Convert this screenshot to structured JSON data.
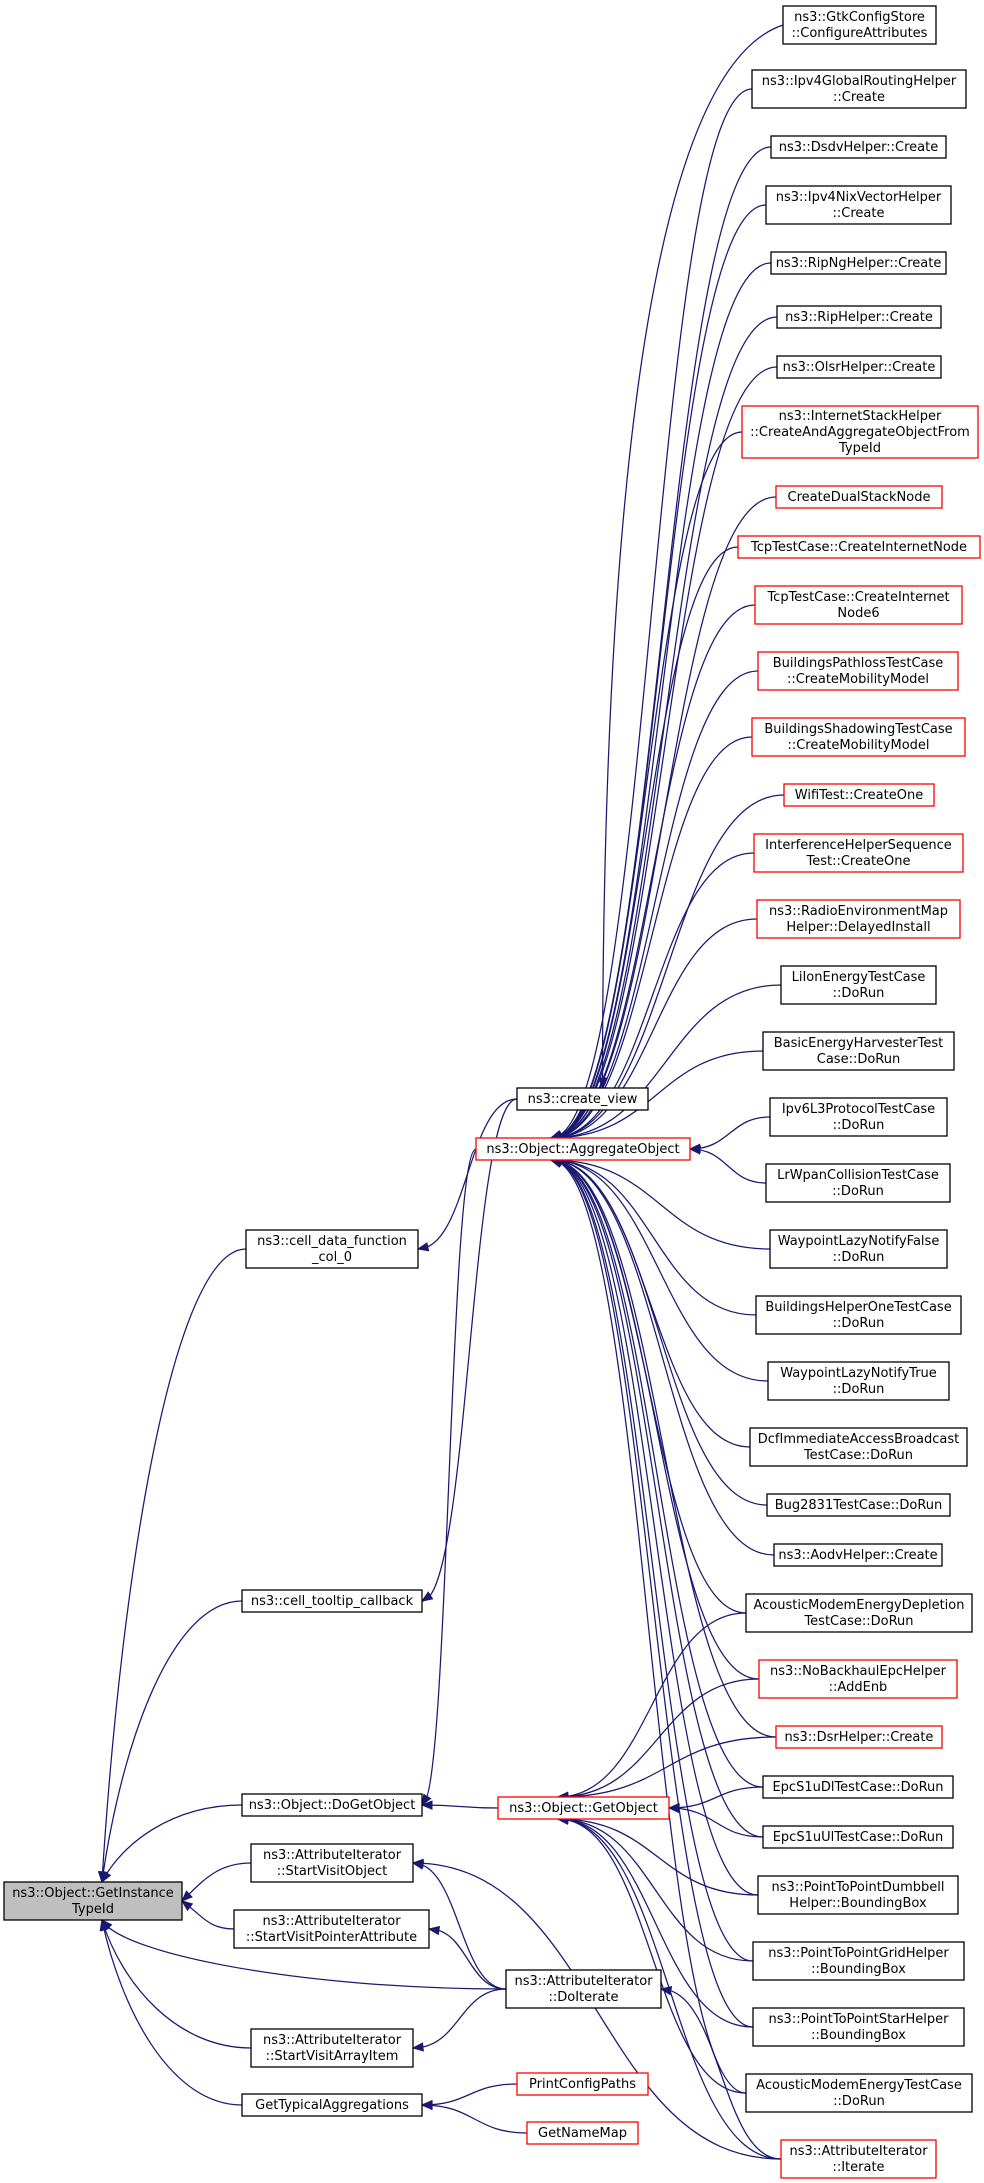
{
  "nodes": [
    {
      "id": "gtk",
      "lines": [
        "ns3::GtkConfigStore",
        "::ConfigureAttributes"
      ],
      "red": false,
      "current": false
    },
    {
      "id": "ipv4grh",
      "lines": [
        "ns3::Ipv4GlobalRoutingHelper",
        "::Create"
      ],
      "red": false,
      "current": false
    },
    {
      "id": "dsdv",
      "lines": [
        "ns3::DsdvHelper::Create"
      ],
      "red": false,
      "current": false
    },
    {
      "id": "ipv4nix",
      "lines": [
        "ns3::Ipv4NixVectorHelper",
        "::Create"
      ],
      "red": false,
      "current": false
    },
    {
      "id": "ripng",
      "lines": [
        "ns3::RipNgHelper::Create"
      ],
      "red": false,
      "current": false
    },
    {
      "id": "rip",
      "lines": [
        "ns3::RipHelper::Create"
      ],
      "red": false,
      "current": false
    },
    {
      "id": "olsr",
      "lines": [
        "ns3::OlsrHelper::Create"
      ],
      "red": false,
      "current": false
    },
    {
      "id": "ish",
      "lines": [
        "ns3::InternetStackHelper",
        "::CreateAndAggregateObjectFrom",
        "TypeId"
      ],
      "red": true,
      "current": false
    },
    {
      "id": "cdsn",
      "lines": [
        "CreateDualStackNode"
      ],
      "red": true,
      "current": false
    },
    {
      "id": "tcpin",
      "lines": [
        "TcpTestCase::CreateInternetNode"
      ],
      "red": true,
      "current": false
    },
    {
      "id": "tcpin6",
      "lines": [
        "TcpTestCase::CreateInternet",
        "Node6"
      ],
      "red": true,
      "current": false
    },
    {
      "id": "bpl",
      "lines": [
        "BuildingsPathlossTestCase",
        "::CreateMobilityModel"
      ],
      "red": true,
      "current": false
    },
    {
      "id": "bsh",
      "lines": [
        "BuildingsShadowingTestCase",
        "::CreateMobilityModel"
      ],
      "red": true,
      "current": false
    },
    {
      "id": "wifitest",
      "lines": [
        "WifiTest::CreateOne"
      ],
      "red": true,
      "current": false
    },
    {
      "id": "ihs",
      "lines": [
        "InterferenceHelperSequence",
        "Test::CreateOne"
      ],
      "red": true,
      "current": false
    },
    {
      "id": "remh",
      "lines": [
        "ns3::RadioEnvironmentMap",
        "Helper::DelayedInstall"
      ],
      "red": true,
      "current": false
    },
    {
      "id": "liion",
      "lines": [
        "LiIonEnergyTestCase",
        "::DoRun"
      ],
      "red": false,
      "current": false
    },
    {
      "id": "beh",
      "lines": [
        "BasicEnergyHarvesterTest",
        "Case::DoRun"
      ],
      "red": false,
      "current": false
    },
    {
      "id": "ipv6l3",
      "lines": [
        "Ipv6L3ProtocolTestCase",
        "::DoRun"
      ],
      "red": false,
      "current": false
    },
    {
      "id": "lrwpan",
      "lines": [
        "LrWpanCollisionTestCase",
        "::DoRun"
      ],
      "red": false,
      "current": false
    },
    {
      "id": "wlnf",
      "lines": [
        "WaypointLazyNotifyFalse",
        "::DoRun"
      ],
      "red": false,
      "current": false
    },
    {
      "id": "bho",
      "lines": [
        "BuildingsHelperOneTestCase",
        "::DoRun"
      ],
      "red": false,
      "current": false
    },
    {
      "id": "wlnt",
      "lines": [
        "WaypointLazyNotifyTrue",
        "::DoRun"
      ],
      "red": false,
      "current": false
    },
    {
      "id": "dcf",
      "lines": [
        "DcfImmediateAccessBroadcast",
        "TestCase::DoRun"
      ],
      "red": false,
      "current": false
    },
    {
      "id": "bug2831",
      "lines": [
        "Bug2831TestCase::DoRun"
      ],
      "red": false,
      "current": false
    },
    {
      "id": "aodv",
      "lines": [
        "ns3::AodvHelper::Create"
      ],
      "red": false,
      "current": false
    },
    {
      "id": "amed",
      "lines": [
        "AcousticModemEnergyDepletion",
        "TestCase::DoRun"
      ],
      "red": false,
      "current": false
    },
    {
      "id": "nbeh",
      "lines": [
        "ns3::NoBackhaulEpcHelper",
        "::AddEnb"
      ],
      "red": true,
      "current": false
    },
    {
      "id": "dsr",
      "lines": [
        "ns3::DsrHelper::Create"
      ],
      "red": true,
      "current": false
    },
    {
      "id": "epcdl",
      "lines": [
        "EpcS1uDlTestCase::DoRun"
      ],
      "red": false,
      "current": false
    },
    {
      "id": "epcul",
      "lines": [
        "EpcS1uUlTestCase::DoRun"
      ],
      "red": false,
      "current": false
    },
    {
      "id": "p2pdb",
      "lines": [
        "ns3::PointToPointDumbbell",
        "Helper::BoundingBox"
      ],
      "red": false,
      "current": false
    },
    {
      "id": "p2pgrid",
      "lines": [
        "ns3::PointToPointGridHelper",
        "::BoundingBox"
      ],
      "red": false,
      "current": false
    },
    {
      "id": "p2pstar",
      "lines": [
        "ns3::PointToPointStarHelper",
        "::BoundingBox"
      ],
      "red": false,
      "current": false
    },
    {
      "id": "amet",
      "lines": [
        "AcousticModemEnergyTestCase",
        "::DoRun"
      ],
      "red": false,
      "current": false
    },
    {
      "id": "aiiter",
      "lines": [
        "ns3::AttributeIterator",
        "::Iterate"
      ],
      "red": true,
      "current": false
    },
    {
      "id": "createview",
      "lines": [
        "ns3::create_view"
      ],
      "red": false,
      "current": false
    },
    {
      "id": "aggobj",
      "lines": [
        "ns3::Object::AggregateObject"
      ],
      "red": true,
      "current": false
    },
    {
      "id": "cdf",
      "lines": [
        "ns3::cell_data_function",
        "_col_0"
      ],
      "red": false,
      "current": false
    },
    {
      "id": "ctc",
      "lines": [
        "ns3::cell_tooltip_callback"
      ],
      "red": false,
      "current": false
    },
    {
      "id": "dogetobj",
      "lines": [
        "ns3::Object::DoGetObject"
      ],
      "red": false,
      "current": false
    },
    {
      "id": "getobj",
      "lines": [
        "ns3::Object::GetObject"
      ],
      "red": true,
      "current": false
    },
    {
      "id": "svo",
      "lines": [
        "ns3::AttributeIterator",
        "::StartVisitObject"
      ],
      "red": false,
      "current": false
    },
    {
      "id": "svpa",
      "lines": [
        "ns3::AttributeIterator",
        "::StartVisitPointerAttribute"
      ],
      "red": false,
      "current": false
    },
    {
      "id": "doiterate",
      "lines": [
        "ns3::AttributeIterator",
        "::DoIterate"
      ],
      "red": false,
      "current": false
    },
    {
      "id": "svai",
      "lines": [
        "ns3::AttributeIterator",
        "::StartVisitArrayItem"
      ],
      "red": false,
      "current": false
    },
    {
      "id": "gta",
      "lines": [
        "GetTypicalAggregations"
      ],
      "red": false,
      "current": false
    },
    {
      "id": "pcp",
      "lines": [
        "PrintConfigPaths"
      ],
      "red": true,
      "current": false
    },
    {
      "id": "gnm",
      "lines": [
        "GetNameMap"
      ],
      "red": true,
      "current": false
    },
    {
      "id": "root",
      "lines": [
        "ns3::Object::GetInstance",
        "TypeId"
      ],
      "red": false,
      "current": true
    }
  ],
  "edges": [
    [
      "cdf",
      "root"
    ],
    [
      "ctc",
      "root"
    ],
    [
      "dogetobj",
      "root"
    ],
    [
      "svo",
      "root"
    ],
    [
      "svpa",
      "root"
    ],
    [
      "doiterate",
      "root"
    ],
    [
      "svai",
      "root"
    ],
    [
      "gta",
      "root"
    ],
    [
      "createview",
      "cdf"
    ],
    [
      "createview",
      "ctc"
    ],
    [
      "gtk",
      "createview"
    ],
    [
      "aggobj",
      "dogetobj"
    ],
    [
      "getobj",
      "dogetobj"
    ],
    [
      "ipv4grh",
      "aggobj"
    ],
    [
      "dsdv",
      "aggobj"
    ],
    [
      "ipv4nix",
      "aggobj"
    ],
    [
      "ripng",
      "aggobj"
    ],
    [
      "rip",
      "aggobj"
    ],
    [
      "olsr",
      "aggobj"
    ],
    [
      "ish",
      "aggobj"
    ],
    [
      "cdsn",
      "aggobj"
    ],
    [
      "tcpin",
      "aggobj"
    ],
    [
      "tcpin6",
      "aggobj"
    ],
    [
      "bpl",
      "aggobj"
    ],
    [
      "bsh",
      "aggobj"
    ],
    [
      "wifitest",
      "aggobj"
    ],
    [
      "ihs",
      "aggobj"
    ],
    [
      "remh",
      "aggobj"
    ],
    [
      "liion",
      "aggobj"
    ],
    [
      "beh",
      "aggobj"
    ],
    [
      "ipv6l3",
      "aggobj"
    ],
    [
      "lrwpan",
      "aggobj"
    ],
    [
      "wlnf",
      "aggobj"
    ],
    [
      "bho",
      "aggobj"
    ],
    [
      "wlnt",
      "aggobj"
    ],
    [
      "dcf",
      "aggobj"
    ],
    [
      "bug2831",
      "aggobj"
    ],
    [
      "aodv",
      "aggobj"
    ],
    [
      "amed",
      "aggobj"
    ],
    [
      "nbeh",
      "aggobj"
    ],
    [
      "dsr",
      "aggobj"
    ],
    [
      "epcdl",
      "aggobj"
    ],
    [
      "epcul",
      "aggobj"
    ],
    [
      "p2pdb",
      "aggobj"
    ],
    [
      "p2pgrid",
      "aggobj"
    ],
    [
      "p2pstar",
      "aggobj"
    ],
    [
      "amet",
      "aggobj"
    ],
    [
      "amed",
      "getobj"
    ],
    [
      "nbeh",
      "getobj"
    ],
    [
      "dsr",
      "getobj"
    ],
    [
      "epcdl",
      "getobj"
    ],
    [
      "epcul",
      "getobj"
    ],
    [
      "p2pdb",
      "getobj"
    ],
    [
      "p2pgrid",
      "getobj"
    ],
    [
      "p2pstar",
      "getobj"
    ],
    [
      "amet",
      "getobj"
    ],
    [
      "aiiter",
      "getobj"
    ],
    [
      "aiiter",
      "svo"
    ],
    [
      "doiterate",
      "svo"
    ],
    [
      "doiterate",
      "svpa"
    ],
    [
      "doiterate",
      "svai"
    ],
    [
      "aiiter",
      "doiterate"
    ],
    [
      "pcp",
      "gta"
    ],
    [
      "gnm",
      "gta"
    ]
  ],
  "colors": {
    "edge": "#191970",
    "red_border": "#ff0000",
    "black_border": "#000000",
    "current_fill": "#bfbfbf"
  }
}
